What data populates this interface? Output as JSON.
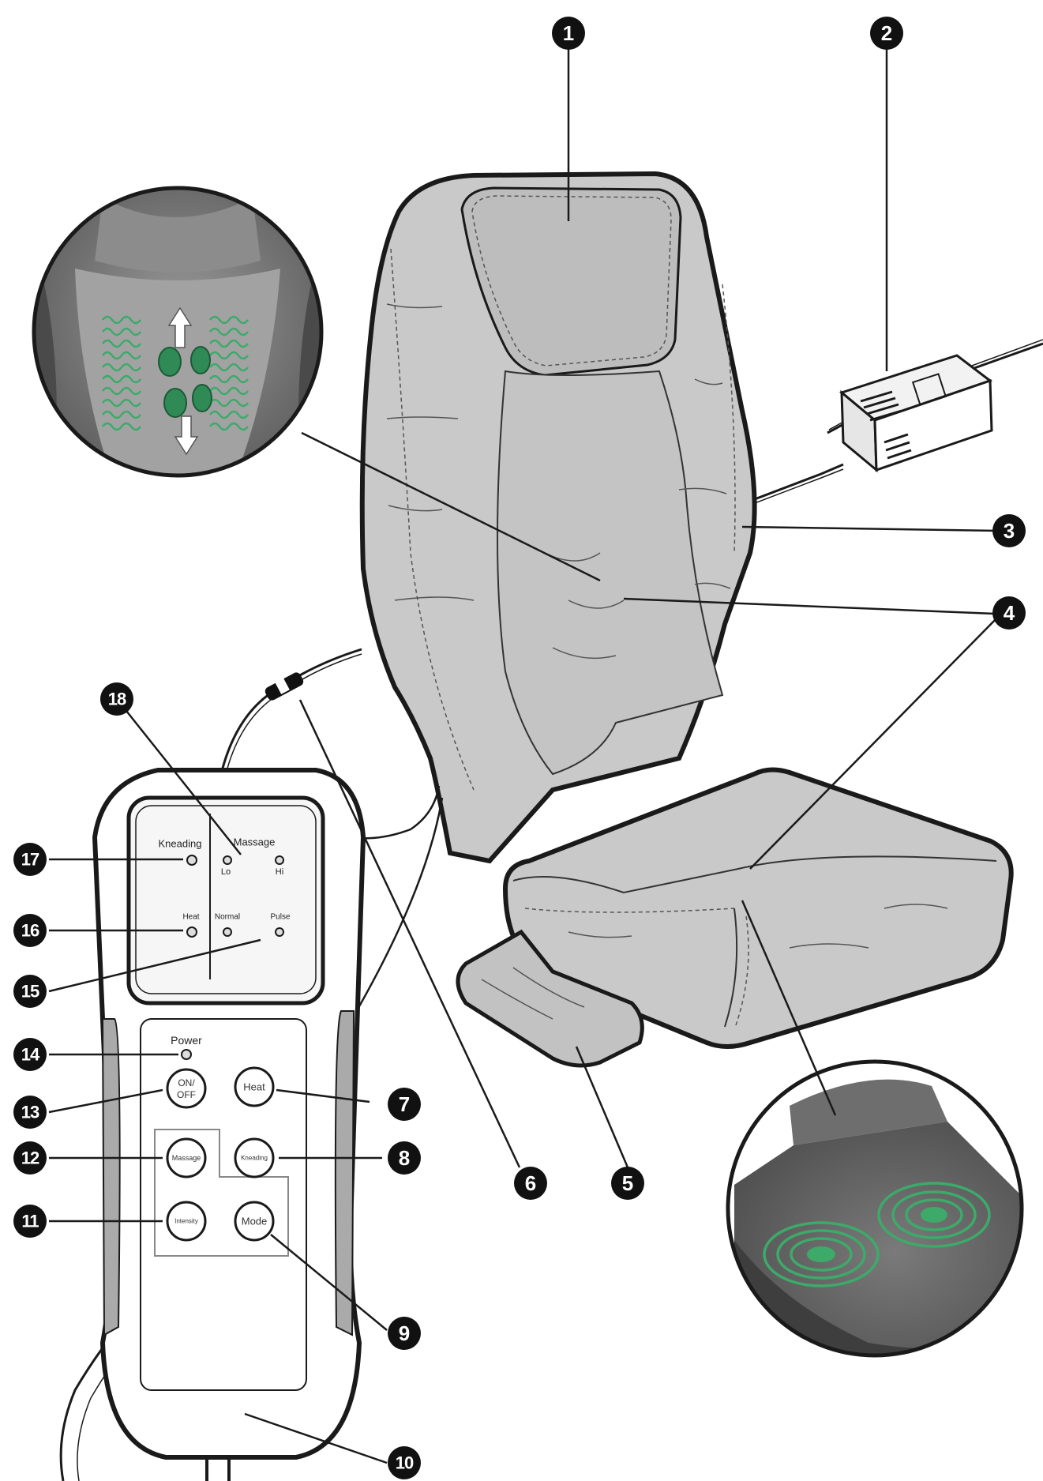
{
  "callouts": {
    "c1": "1",
    "c2": "2",
    "c3": "3",
    "c4": "4",
    "c5": "5",
    "c6": "6",
    "c7": "7",
    "c8": "8",
    "c9": "9",
    "c10": "10",
    "c11": "11",
    "c12": "12",
    "c13": "13",
    "c14": "14",
    "c15": "15",
    "c16": "16",
    "c17": "17",
    "c18": "18"
  },
  "remote": {
    "display": {
      "kneading": "Kneading",
      "massage": "Massage",
      "lo": "Lo",
      "hi": "Hi",
      "heat": "Heat",
      "normal": "Normal",
      "pulse": "Pulse"
    },
    "power_label": "Power",
    "buttons": {
      "on_off_line1": "ON/",
      "on_off_line2": "OFF",
      "heat": "Heat",
      "massage": "Massage",
      "kneading": "Kneading",
      "intensity": "Intensity",
      "mode": "Mode"
    }
  },
  "colors": {
    "outline": "#1a1a1a",
    "seat_fill": "#c9c9c9",
    "seat_shade": "#b3b3b3",
    "callout_fill": "#111111",
    "node_green": "#2f8a55",
    "massage_green": "#3daa6a",
    "photo_gray": "#6f6f6f"
  }
}
